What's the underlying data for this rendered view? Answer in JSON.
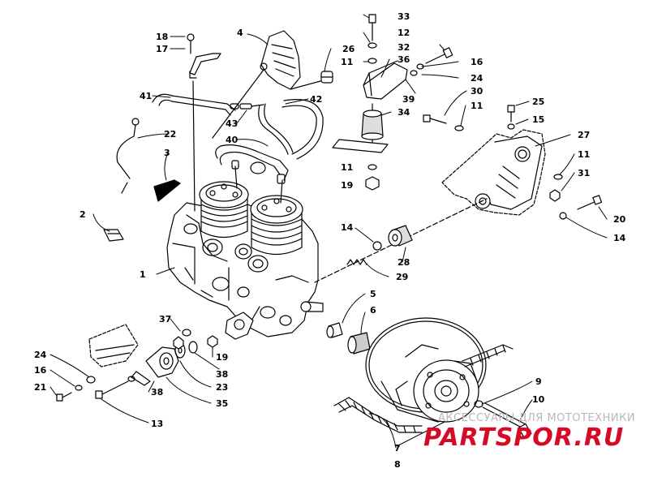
{
  "diagram": {
    "callouts": [
      "1",
      "2",
      "3",
      "4",
      "5",
      "6",
      "7",
      "8",
      "9",
      "10",
      "11",
      "12",
      "13",
      "14",
      "15",
      "16",
      "17",
      "18",
      "19",
      "20",
      "21",
      "22",
      "23",
      "24",
      "25",
      "26",
      "27",
      "28",
      "29",
      "30",
      "31",
      "32",
      "33",
      "34",
      "35",
      "36",
      "37",
      "38",
      "39",
      "40",
      "41",
      "42",
      "43"
    ]
  },
  "watermark": {
    "tagline": "АКСЕССУАРЫ ДЛЯ МОТОТЕХНИКИ",
    "brand": "PARTSPOR.RU",
    "brand_color": "#d70a26"
  }
}
